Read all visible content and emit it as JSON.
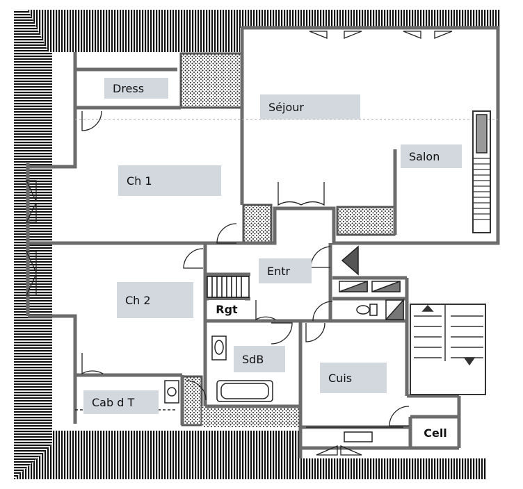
{
  "rooms": {
    "dress": "Dress",
    "sejour": "Séjour",
    "salon": "Salon",
    "ch1": "Ch 1",
    "ch2": "Ch 2",
    "entr": "Entr",
    "rgt": "Rgt",
    "sdb": "SdB",
    "cuis": "Cuis",
    "cabdt": "Cab d T",
    "cell": "Cell"
  },
  "colors": {
    "wall": "#6b6b6b",
    "hatch": "#111111",
    "label_bg": "#d3d8df",
    "dotted": "#888888"
  }
}
